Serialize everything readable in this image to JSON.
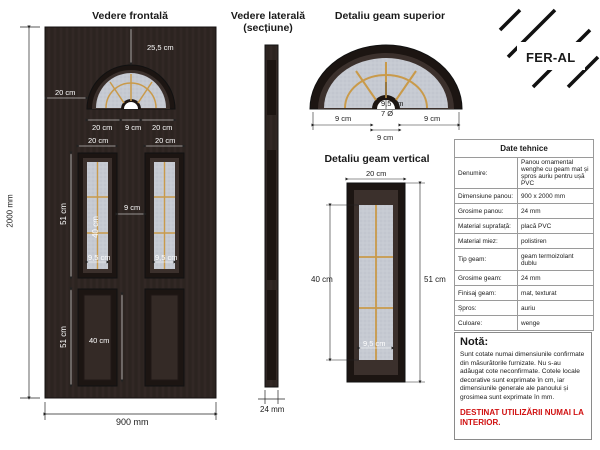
{
  "titles": {
    "front": "Vedere frontală",
    "side": "Vedere laterală",
    "side_sub": "(secțiune)",
    "top_detail": "Detaliu geam superior",
    "vert_detail": "Detaliu geam vertical"
  },
  "logo": {
    "text": "FER-AL"
  },
  "front_dims": {
    "arch_top": "25,5 cm",
    "arch_left": "20 cm",
    "arch_bottom_l": "20 cm",
    "arch_bottom_m": "9 cm",
    "arch_bottom_r": "20 cm",
    "win_top_l": "20 cm",
    "win_top_r": "20 cm",
    "win_height": "51 cm",
    "win_gap": "9 cm",
    "win_inner_h": "40 cm",
    "glass_l": "9,5 cm",
    "glass_r": "9,5 cm",
    "lower_height": "51 cm",
    "lower_inner": "40 cm",
    "height": "2000 mm",
    "width": "900 mm"
  },
  "side_dims": {
    "thickness": "24 mm"
  },
  "top_detail_dims": {
    "h": "9,5 cm",
    "d": "7 Ø",
    "l": "9 cm",
    "m": "9 cm",
    "r": "9 cm"
  },
  "vert_detail_dims": {
    "w": "20 cm",
    "inner_h": "40 cm",
    "outer_h": "51 cm",
    "glass_w": "9,5 cm"
  },
  "tech": {
    "title": "Date tehnice",
    "rows": [
      {
        "k": "Denumire:",
        "v": "Panou ornamental wenghe cu geam mat și șpros auriu pentru ușă PVC"
      },
      {
        "k": "Dimensiune panou:",
        "v": "900 x 2000 mm"
      },
      {
        "k": "Grosime panou:",
        "v": "24 mm"
      },
      {
        "k": "Material suprafață:",
        "v": "placă PVC"
      },
      {
        "k": "Material miez:",
        "v": "polistiren"
      },
      {
        "k": "Tip geam:",
        "v": "geam termoizolant dublu"
      },
      {
        "k": "Grosime geam:",
        "v": "24 mm"
      },
      {
        "k": "Finisaj geam:",
        "v": "mat, texturat"
      },
      {
        "k": "Șpros:",
        "v": "auriu"
      },
      {
        "k": "Culoare:",
        "v": "wenge"
      }
    ]
  },
  "note": {
    "title": "Notă:",
    "text": "Sunt cotate numai dimensiunile confirmate din măsurătorile furnizate. Nu s-au adăugat cote neconfirmate. Cotele locale decorative sunt exprimate în cm, iar dimensiunile generale ale panoului și grosimea sunt exprimate în mm.",
    "warning": "DESTINAT UTILIZĂRII NUMAI LA INTERIOR."
  },
  "colors": {
    "wood": "#2f2623",
    "wood_dark": "#1c1512",
    "glass": "#c8ccd3",
    "muntin": "#c99a4a",
    "red": "#d01010"
  }
}
